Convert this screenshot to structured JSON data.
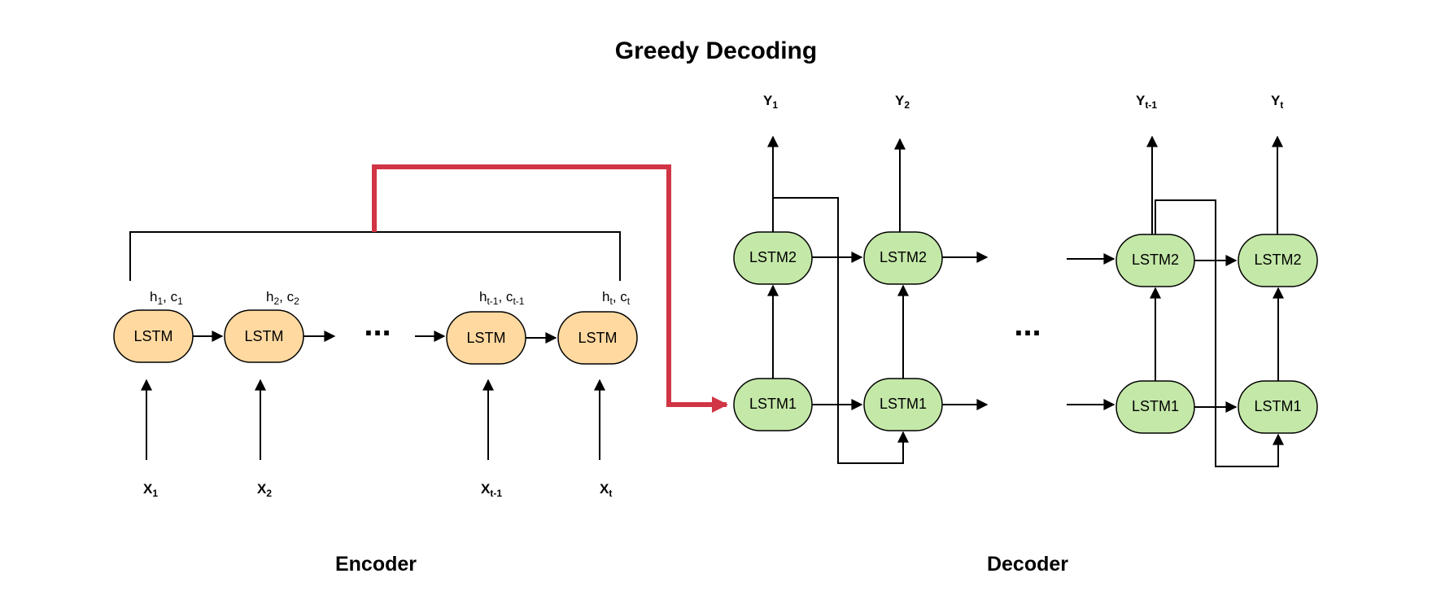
{
  "title": "Greedy Decoding",
  "encoder": {
    "label": "Encoder",
    "node_label": "LSTM",
    "inputs": [
      {
        "base": "X",
        "sub": "1"
      },
      {
        "base": "X",
        "sub": "2"
      },
      {
        "base": "X",
        "sub": "t-1"
      },
      {
        "base": "X",
        "sub": "t"
      }
    ],
    "states": [
      {
        "h": "1",
        "c": "1"
      },
      {
        "h": "2",
        "c": "2"
      },
      {
        "h": "t-1",
        "c": "t-1"
      },
      {
        "h": "t",
        "c": "t"
      }
    ],
    "ellipsis": "..."
  },
  "decoder": {
    "label": "Decoder",
    "layer1_label": "LSTM1",
    "layer2_label": "LSTM2",
    "outputs": [
      {
        "base": "Y",
        "sub": "1"
      },
      {
        "base": "Y",
        "sub": "2"
      },
      {
        "base": "Y",
        "sub": "t-1"
      },
      {
        "base": "Y",
        "sub": "t"
      }
    ],
    "ellipsis": "..."
  },
  "colors": {
    "encoder_node": "#ffd9a0",
    "decoder_node": "#c4e8a8",
    "context_arrow": "#d13545"
  }
}
